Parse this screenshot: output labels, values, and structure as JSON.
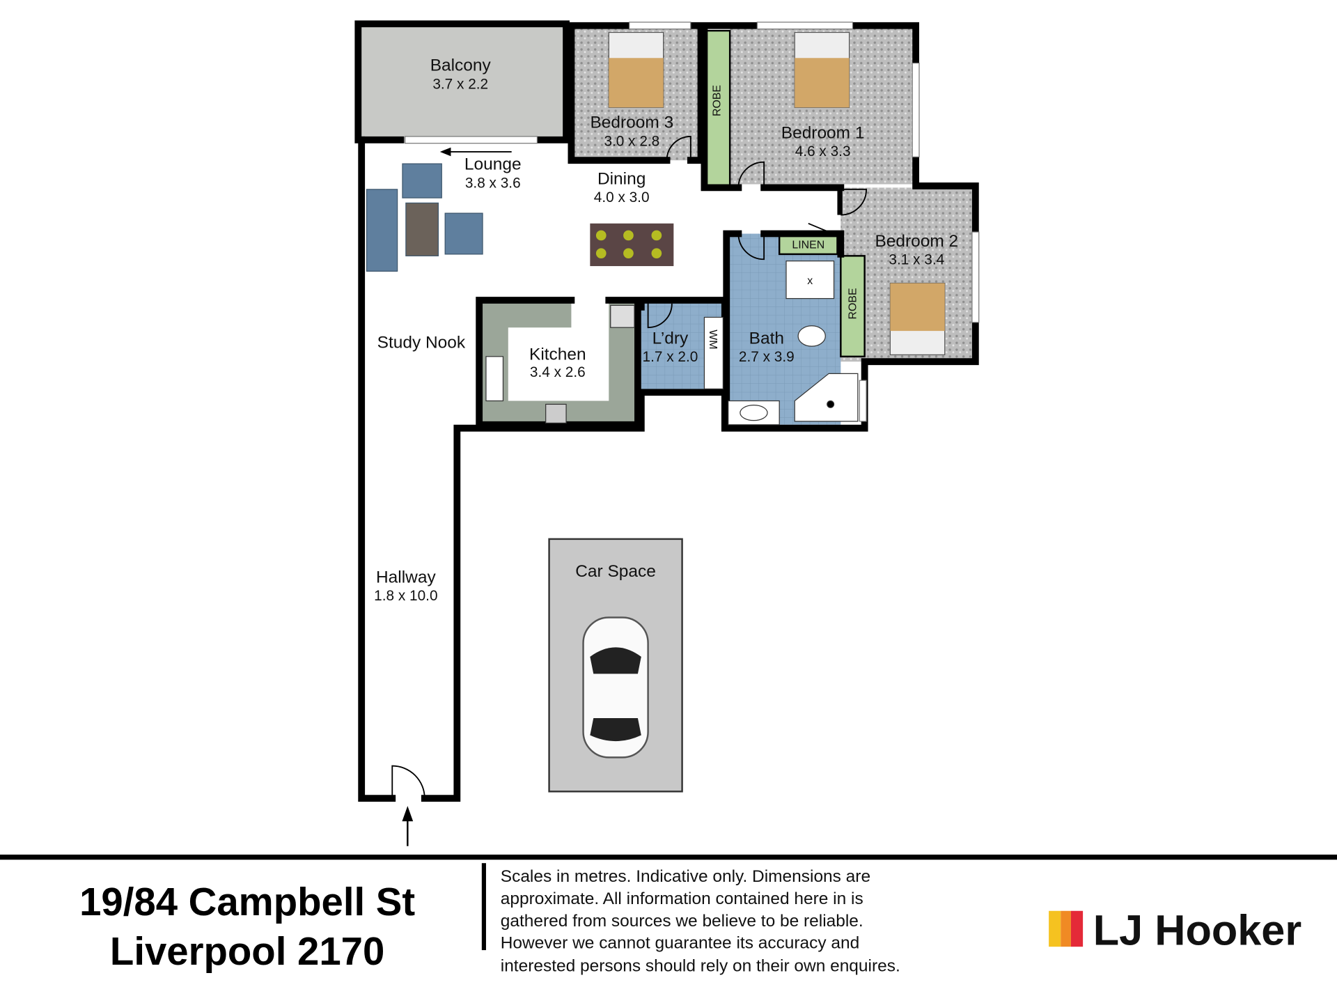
{
  "rooms": {
    "balcony": {
      "name": "Balcony",
      "dims": "3.7 x 2.2"
    },
    "bedroom3": {
      "name": "Bedroom 3",
      "dims": "3.0 x 2.8"
    },
    "bedroom1": {
      "name": "Bedroom 1",
      "dims": "4.6 x 3.3"
    },
    "bedroom2": {
      "name": "Bedroom 2",
      "dims": "3.1 x 3.4"
    },
    "lounge": {
      "name": "Lounge",
      "dims": "3.8 x 3.6"
    },
    "dining": {
      "name": "Dining",
      "dims": "4.0 x 3.0"
    },
    "kitchen": {
      "name": "Kitchen",
      "dims": "3.4 x 2.6"
    },
    "laundry": {
      "name": "L’dry",
      "dims": "1.7 x 2.0"
    },
    "bath": {
      "name": "Bath",
      "dims": "2.7 x 3.9"
    },
    "study": {
      "name": "Study Nook"
    },
    "hallway": {
      "name": "Hallway",
      "dims": "1.8 x 10.0"
    },
    "car_space": {
      "name": "Car Space"
    }
  },
  "fixtures": {
    "robe": "ROBE",
    "linen": "LINEN",
    "wm": "WM",
    "x_mark": "x"
  },
  "footer": {
    "address_line1": "19/84 Campbell St",
    "address_line2": "Liverpool 2170",
    "disclaimer": [
      "Scales in metres. Indicative only. Dimensions are",
      "approximate. All information contained here in is",
      "gathered from sources we believe to be reliable.",
      "However we cannot guarantee its accuracy and",
      "interested persons should rely on their own enquires."
    ],
    "brand": "LJ Hooker"
  },
  "colors": {
    "brand_yellow": "#f5c220",
    "brand_orange": "#f08a24",
    "brand_red": "#e42a38"
  }
}
